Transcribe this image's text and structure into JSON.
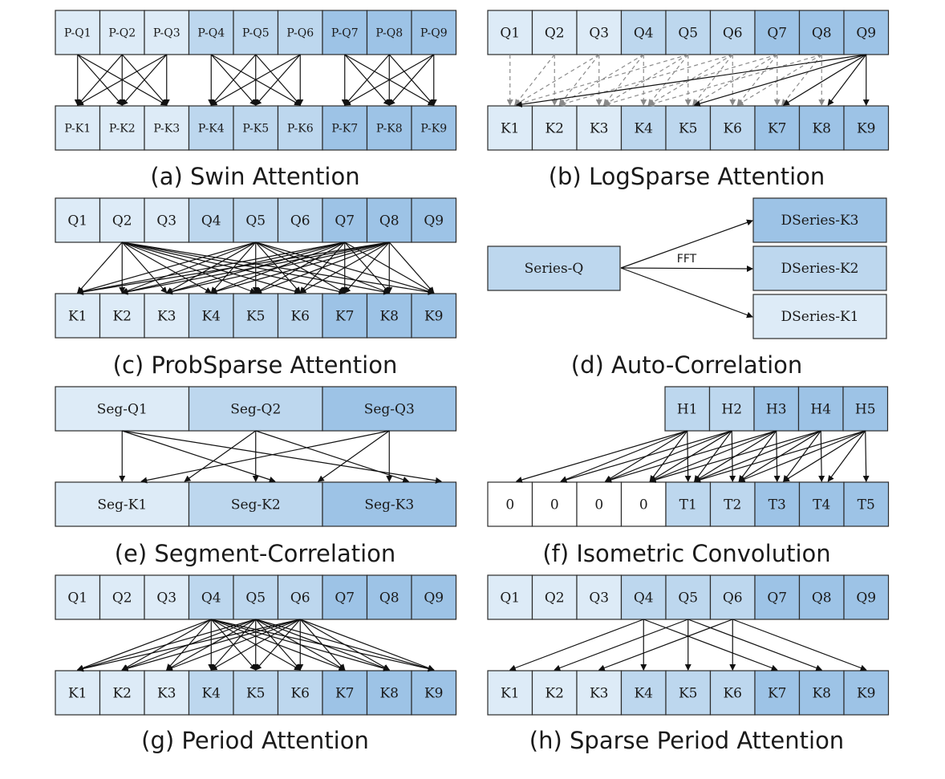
{
  "colors": {
    "light": "#ddebf7",
    "mid": "#bdd7ee",
    "dark": "#9dc3e6",
    "empty": "#ffffff"
  },
  "panels": {
    "a": {
      "caption": "(a) Swin Attention",
      "top": [
        "P-Q1",
        "P-Q2",
        "P-Q3",
        "P-Q4",
        "P-Q5",
        "P-Q6",
        "P-Q7",
        "P-Q8",
        "P-Q9"
      ],
      "bottom": [
        "P-K1",
        "P-K2",
        "P-K3",
        "P-K4",
        "P-K5",
        "P-K6",
        "P-K7",
        "P-K8",
        "P-K9"
      ]
    },
    "b": {
      "caption": "(b) LogSparse Attention",
      "top": [
        "Q1",
        "Q2",
        "Q3",
        "Q4",
        "Q5",
        "Q6",
        "Q7",
        "Q8",
        "Q9"
      ],
      "bottom": [
        "K1",
        "K2",
        "K3",
        "K4",
        "K5",
        "K6",
        "K7",
        "K8",
        "K9"
      ]
    },
    "c": {
      "caption": "(c) ProbSparse Attention",
      "top": [
        "Q1",
        "Q2",
        "Q3",
        "Q4",
        "Q5",
        "Q6",
        "Q7",
        "Q8",
        "Q9"
      ],
      "bottom": [
        "K1",
        "K2",
        "K3",
        "K4",
        "K5",
        "K6",
        "K7",
        "K8",
        "K9"
      ]
    },
    "d": {
      "caption": "(d) Auto-Correlation",
      "source": "Series-Q",
      "edge_label": "FFT",
      "targets": [
        "DSeries-K3",
        "DSeries-K2",
        "DSeries-K1"
      ]
    },
    "e": {
      "caption": "(e) Segment-Correlation",
      "top": [
        "Seg-Q1",
        "Seg-Q2",
        "Seg-Q3"
      ],
      "bottom": [
        "Seg-K1",
        "Seg-K2",
        "Seg-K3"
      ]
    },
    "f": {
      "caption": "(f) Isometric Convolution",
      "top": [
        "H1",
        "H2",
        "H3",
        "H4",
        "H5"
      ],
      "bottom": [
        "0",
        "0",
        "0",
        "0",
        "T1",
        "T2",
        "T3",
        "T4",
        "T5"
      ]
    },
    "g": {
      "caption": "(g) Period Attention",
      "top": [
        "Q1",
        "Q2",
        "Q3",
        "Q4",
        "Q5",
        "Q6",
        "Q7",
        "Q8",
        "Q9"
      ],
      "bottom": [
        "K1",
        "K2",
        "K3",
        "K4",
        "K5",
        "K6",
        "K7",
        "K8",
        "K9"
      ]
    },
    "h": {
      "caption": "(h) Sparse Period Attention",
      "top": [
        "Q1",
        "Q2",
        "Q3",
        "Q4",
        "Q5",
        "Q6",
        "Q7",
        "Q8",
        "Q9"
      ],
      "bottom": [
        "K1",
        "K2",
        "K3",
        "K4",
        "K5",
        "K6",
        "K7",
        "K8",
        "K9"
      ]
    }
  }
}
